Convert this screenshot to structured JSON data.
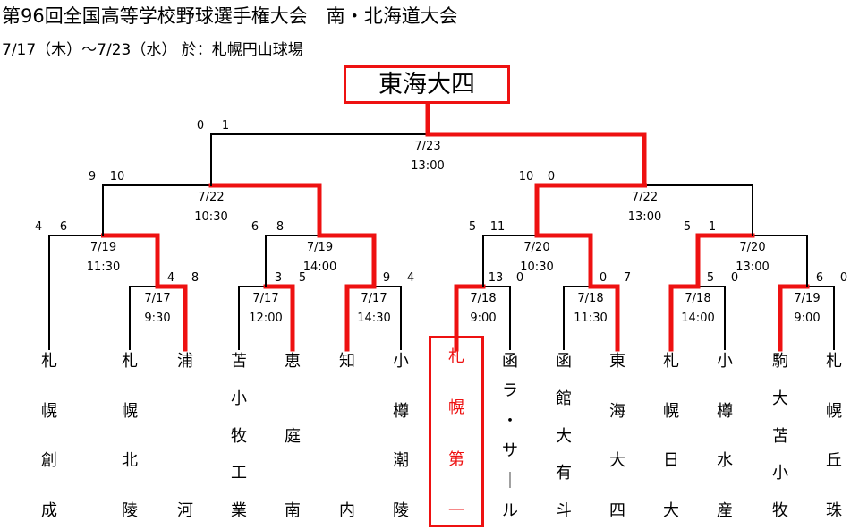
{
  "header": {
    "title": "第96回全国高等学校野球選手権大会　南・北海道大会",
    "dates": "7/17（木）〜7/23（水） 於：札幌円山球場"
  },
  "champion": "東海大四",
  "colors": {
    "winner_line": "#ee1111",
    "loser_line": "#000000"
  },
  "teams": [
    {
      "name": "札幌創成"
    },
    {
      "name": "札幌北陵"
    },
    {
      "name": "浦河"
    },
    {
      "name": "苫小牧工業"
    },
    {
      "name": "恵庭南"
    },
    {
      "name": "知内"
    },
    {
      "name": "小樽潮陵"
    },
    {
      "name": "札幌第一"
    },
    {
      "name": "函ラ・サール"
    },
    {
      "name": "函館大有斗"
    },
    {
      "name": "東海大四"
    },
    {
      "name": "札幌日大"
    },
    {
      "name": "小樽水産"
    },
    {
      "name": "駒大苫小牧"
    },
    {
      "name": "札幌丘珠"
    }
  ],
  "matches": [
    {
      "id": "r1a",
      "date": "7/17",
      "time": "9:30",
      "score_left": "4",
      "score_right": "8"
    },
    {
      "id": "r1b",
      "date": "7/17",
      "time": "12:00",
      "score_left": "3",
      "score_right": "5"
    },
    {
      "id": "r1c",
      "date": "7/17",
      "time": "14:30",
      "score_left": "9",
      "score_right": "4"
    },
    {
      "id": "r1d",
      "date": "7/18",
      "time": "9:00",
      "score_left": "13",
      "score_right": "0"
    },
    {
      "id": "r1e",
      "date": "7/18",
      "time": "11:30",
      "score_left": "0",
      "score_right": "7"
    },
    {
      "id": "r1f",
      "date": "7/18",
      "time": "14:00",
      "score_left": "5",
      "score_right": "0"
    },
    {
      "id": "r1g",
      "date": "7/19",
      "time": "9:00",
      "score_left": "6",
      "score_right": "0"
    },
    {
      "id": "r2a",
      "date": "7/19",
      "time": "11:30",
      "score_left": "4",
      "score_right": "6"
    },
    {
      "id": "r2b",
      "date": "7/19",
      "time": "14:00",
      "score_left": "6",
      "score_right": "8"
    },
    {
      "id": "r2c",
      "date": "7/20",
      "time": "10:30",
      "score_left": "5",
      "score_right": "11"
    },
    {
      "id": "r2d",
      "date": "7/20",
      "time": "13:00",
      "score_left": "5",
      "score_right": "1"
    },
    {
      "id": "sfa",
      "date": "7/22",
      "time": "10:30",
      "score_left": "9",
      "score_right": "10"
    },
    {
      "id": "sfb",
      "date": "7/22",
      "time": "13:00",
      "score_left": "10",
      "score_right": "0"
    },
    {
      "id": "final",
      "date": "7/23",
      "time": "13:00",
      "score_left": "0",
      "score_right": "1"
    }
  ]
}
